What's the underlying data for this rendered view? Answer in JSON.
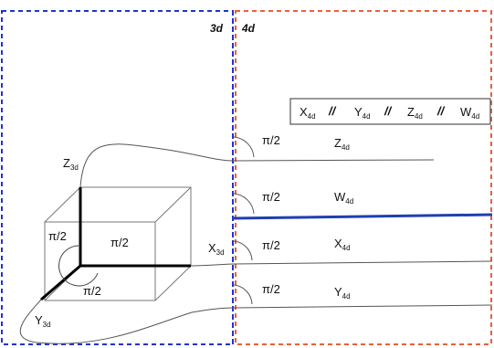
{
  "headers": {
    "left": "3d",
    "right": "4d"
  },
  "legend": {
    "items": [
      {
        "base": "X",
        "sub": "4d"
      },
      {
        "base": "Y",
        "sub": "4d"
      },
      {
        "base": "Z",
        "sub": "4d"
      },
      {
        "base": "W",
        "sub": "4d"
      }
    ],
    "separator": "//"
  },
  "axes_3d": {
    "z": {
      "base": "Z",
      "sub": "3d"
    },
    "x": {
      "base": "X",
      "sub": "3d"
    },
    "y": {
      "base": "Y",
      "sub": "3d"
    }
  },
  "angles_3d": [
    "π/2",
    "π/2",
    "π/2"
  ],
  "axes_4d": [
    {
      "base": "Z",
      "sub": "4d",
      "angle": "π/2"
    },
    {
      "base": "W",
      "sub": "4d",
      "angle": "π/2"
    },
    {
      "base": "X",
      "sub": "4d",
      "angle": "π/2"
    },
    {
      "base": "Y",
      "sub": "4d",
      "angle": "π/2"
    }
  ],
  "colors": {
    "border_3d": "#2233cc",
    "border_4d": "#e8603c",
    "w_axis": "#1f3fb0",
    "axis_3d": "#000000",
    "line": "#555555"
  }
}
